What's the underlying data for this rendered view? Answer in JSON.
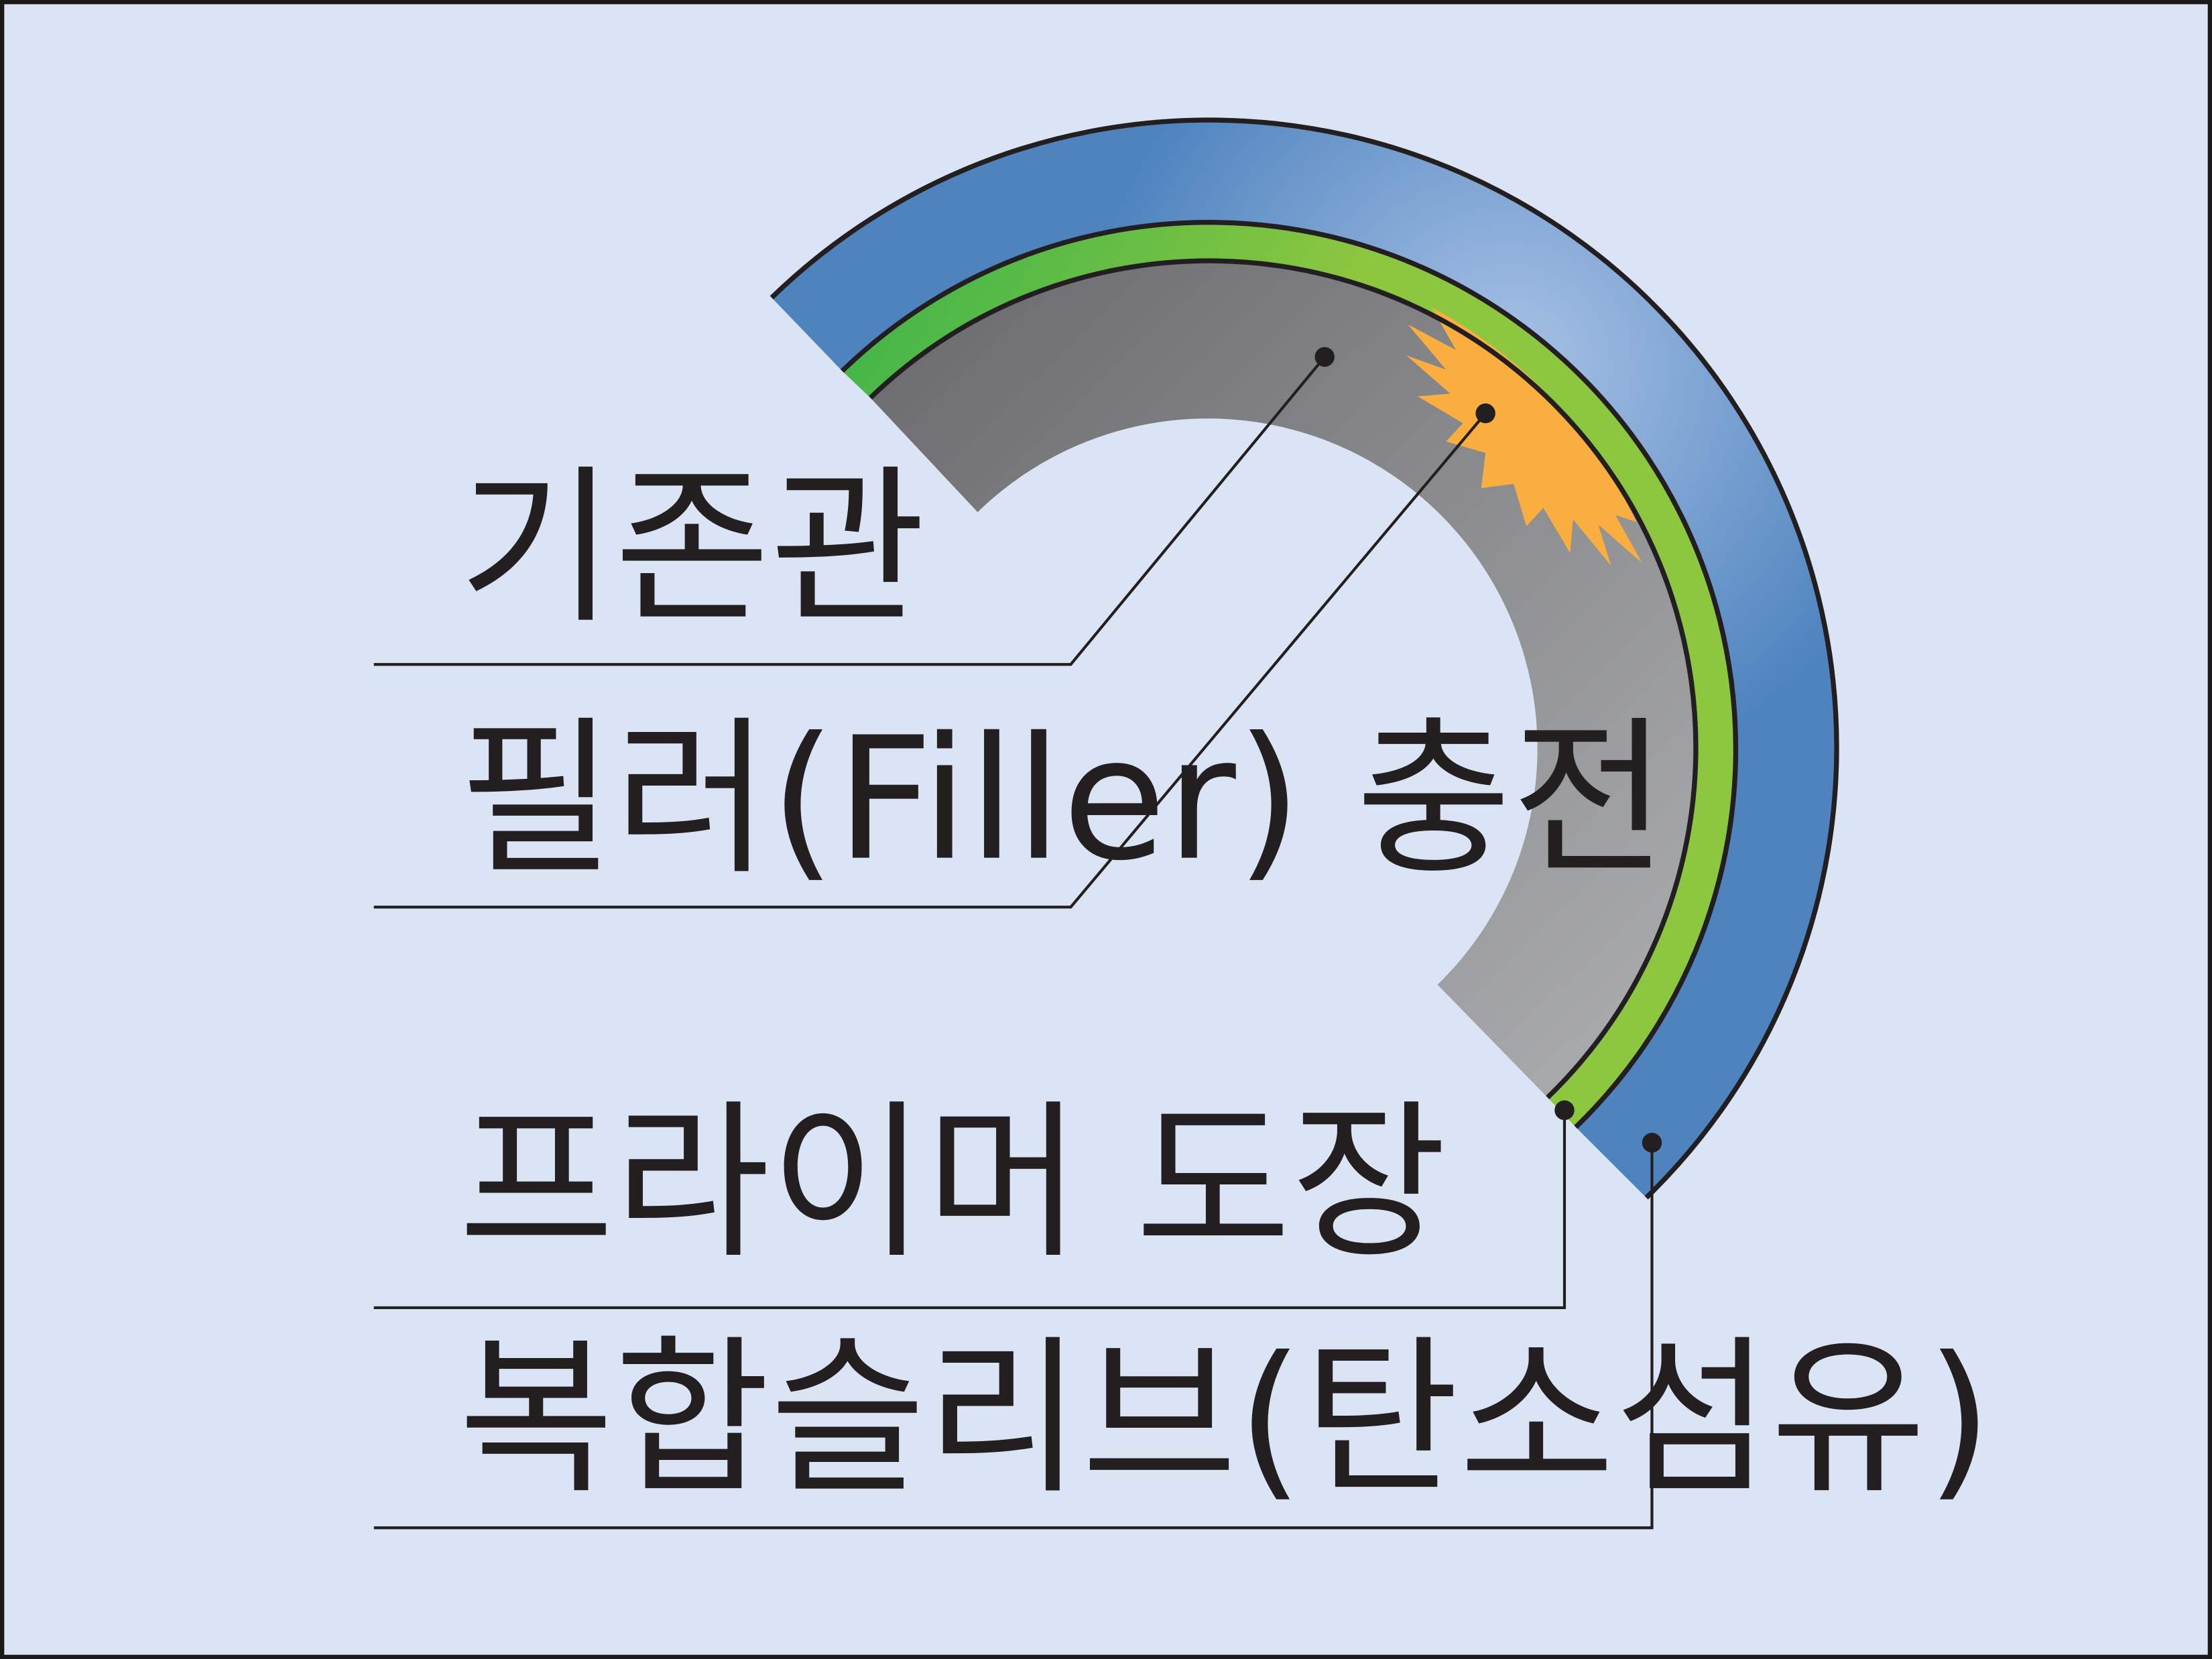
{
  "colors": {
    "background": "#dbe4f4",
    "frame": "#1a1a1a",
    "outline": "#231f20",
    "sleeve_blue": "#4e83be",
    "sleeve_highlight": "#a9c2e6",
    "primer_green_dark": "#3bb44a",
    "primer_green_light": "#8dc63f",
    "pipe_gray_dark": "#6b6b6d",
    "pipe_gray_light": "#a7a8aa",
    "filler_orange": "#fbae40"
  },
  "labels": {
    "existing_pipe": "기존관",
    "filler": "필러(Filler) 충전",
    "primer": "프라이머 도장",
    "sleeve": "복합슬리브(탄소섬유)"
  }
}
